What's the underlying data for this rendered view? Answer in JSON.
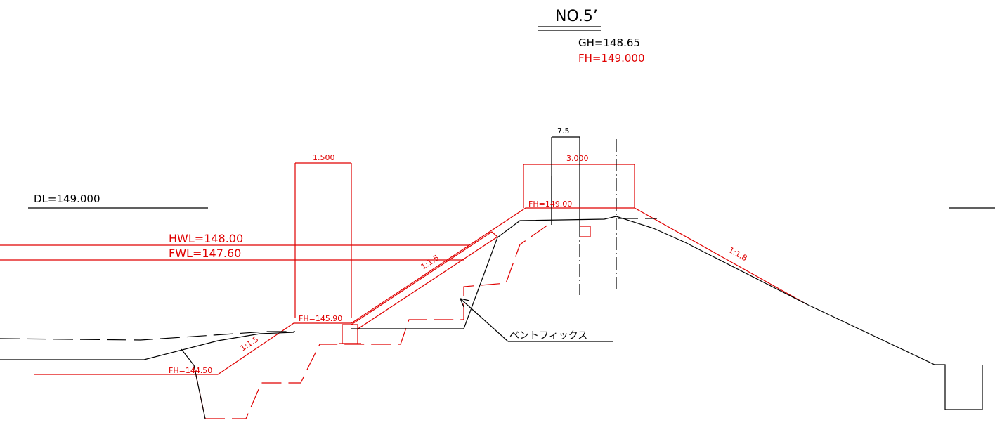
{
  "colors": {
    "black": "#000000",
    "red": "#e00000"
  },
  "section": {
    "title": "NO.5’",
    "ground_height": "GH=148.65",
    "formation_height": "FH=149.000"
  },
  "levels": {
    "datum": "DL=149.000",
    "high_water": "HWL=148.00",
    "flood_water": "FWL=147.60"
  },
  "dimensions": {
    "berm_width": "1.500",
    "crest_width": "3.000",
    "offset": "7.5"
  },
  "heights": {
    "crest": "FH=149.00",
    "toe": "FH=145.90",
    "ditch": "FH=144.50"
  },
  "slopes": {
    "upper_left": "1:1.5",
    "lower_left": "1:1.5",
    "right": "1:1.8"
  },
  "callout": {
    "label": "ベントフィックス"
  }
}
